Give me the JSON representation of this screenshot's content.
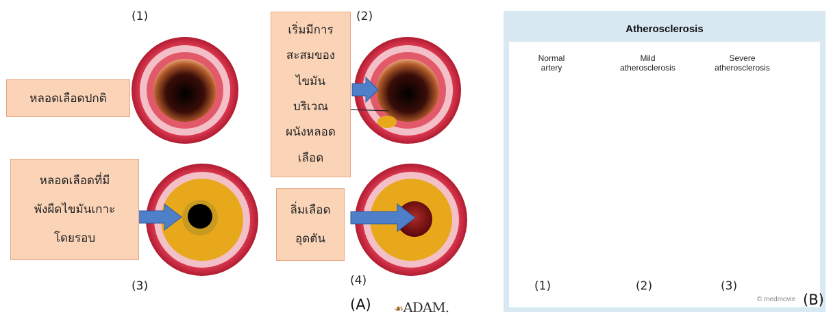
{
  "panelA": {
    "numbers": {
      "n1": "(1)",
      "n2": "(2)",
      "n3": "(3)",
      "n4": "(4)"
    },
    "labels": {
      "normal": [
        "หลอดเลือดปกติ"
      ],
      "fat_start": [
        "เริ่มมีการ",
        "สะสมของ",
        "ไขมัน",
        "บริเวณ",
        "ผนังหลอด",
        "เลือด"
      ],
      "plaque": [
        "หลอดเลือดที่มี",
        "พังผืดไขมันเกาะ",
        "โดยรอบ"
      ],
      "clot": [
        "ลิ่มเลือด",
        "อุดตัน"
      ]
    },
    "panel_letter": "(A)",
    "logo": "ADAM."
  },
  "panelB": {
    "title": "Atherosclerosis",
    "columns": [
      {
        "label_lines": [
          "Normal",
          "artery"
        ],
        "number": "(1)"
      },
      {
        "label_lines": [
          "Mild",
          "atherosclerosis"
        ],
        "number": "(2)"
      },
      {
        "label_lines": [
          "Severe",
          "atherosclerosis"
        ],
        "number": "(3)"
      }
    ],
    "credit": "© medmovie",
    "panel_letter": "(B)"
  },
  "colors": {
    "artery_red": "#c8283a",
    "inner_pink": "#f0b8c4",
    "plaque_yellow": "#e7a91b",
    "label_box": "#fbd4b8",
    "arrow_blue": "#4f7fc9"
  }
}
